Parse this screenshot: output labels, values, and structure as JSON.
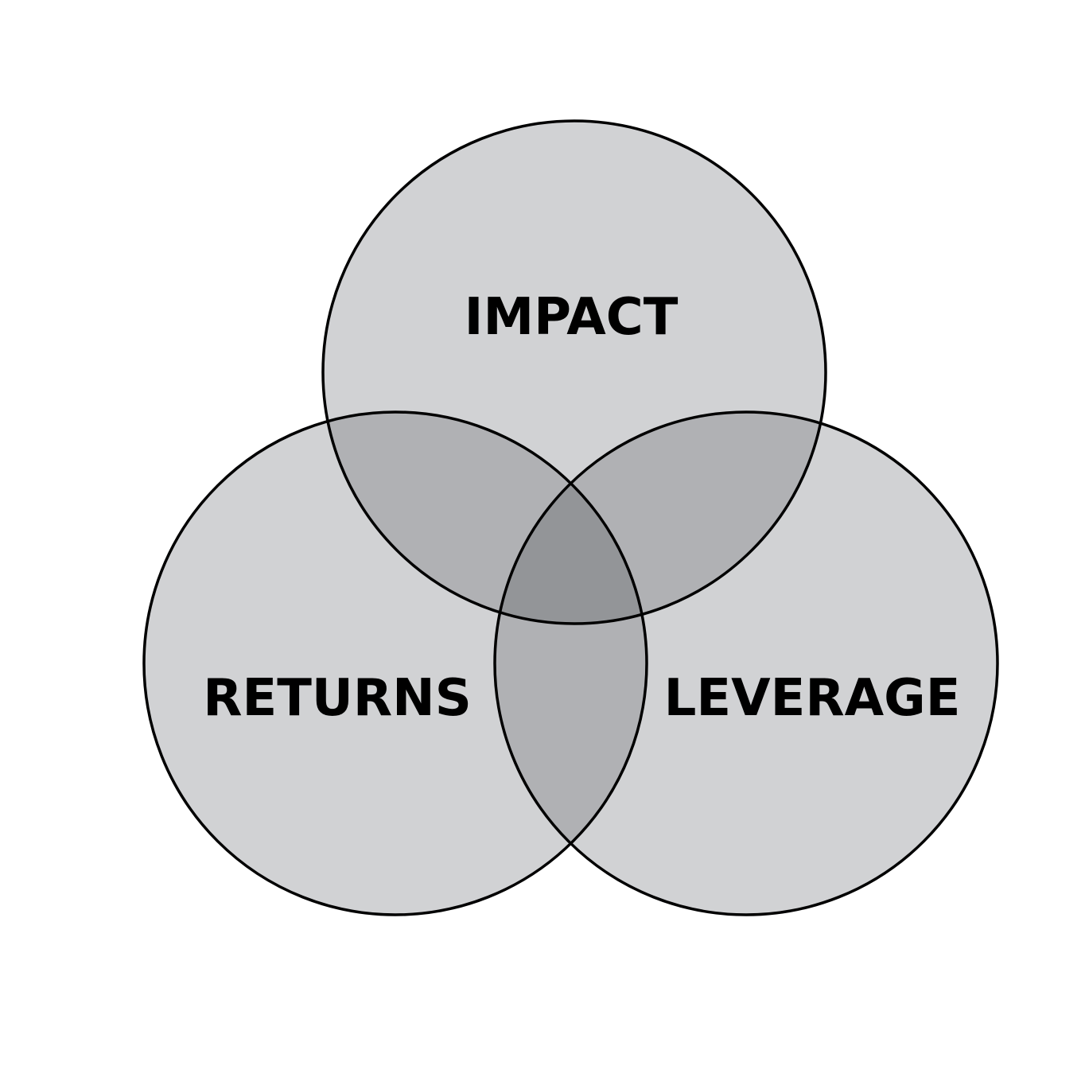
{
  "diagram": {
    "type": "venn",
    "sets": [
      {
        "id": "impact",
        "label": "IMPACT"
      },
      {
        "id": "returns",
        "label": "RETURNS"
      },
      {
        "id": "leverage",
        "label": "LEVERAGE"
      }
    ],
    "colors": {
      "single": "#d1d2d4",
      "double": "#b0b1b4",
      "triple": "#939598",
      "stroke": "#000000",
      "background": "#ffffff"
    }
  }
}
